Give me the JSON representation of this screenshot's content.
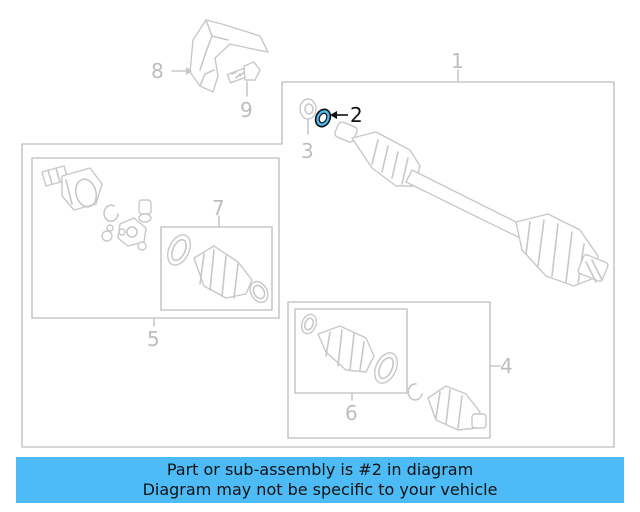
{
  "callouts": {
    "c1": "1",
    "c2": "2",
    "c3": "3",
    "c4": "4",
    "c5": "5",
    "c6": "6",
    "c7": "7",
    "c8": "8",
    "c9": "9"
  },
  "highlight_color": "#4dbbf5",
  "banner": {
    "line1": "Part or sub-assembly is #2 in diagram",
    "line2": "Diagram may not be specific to your vehicle"
  }
}
